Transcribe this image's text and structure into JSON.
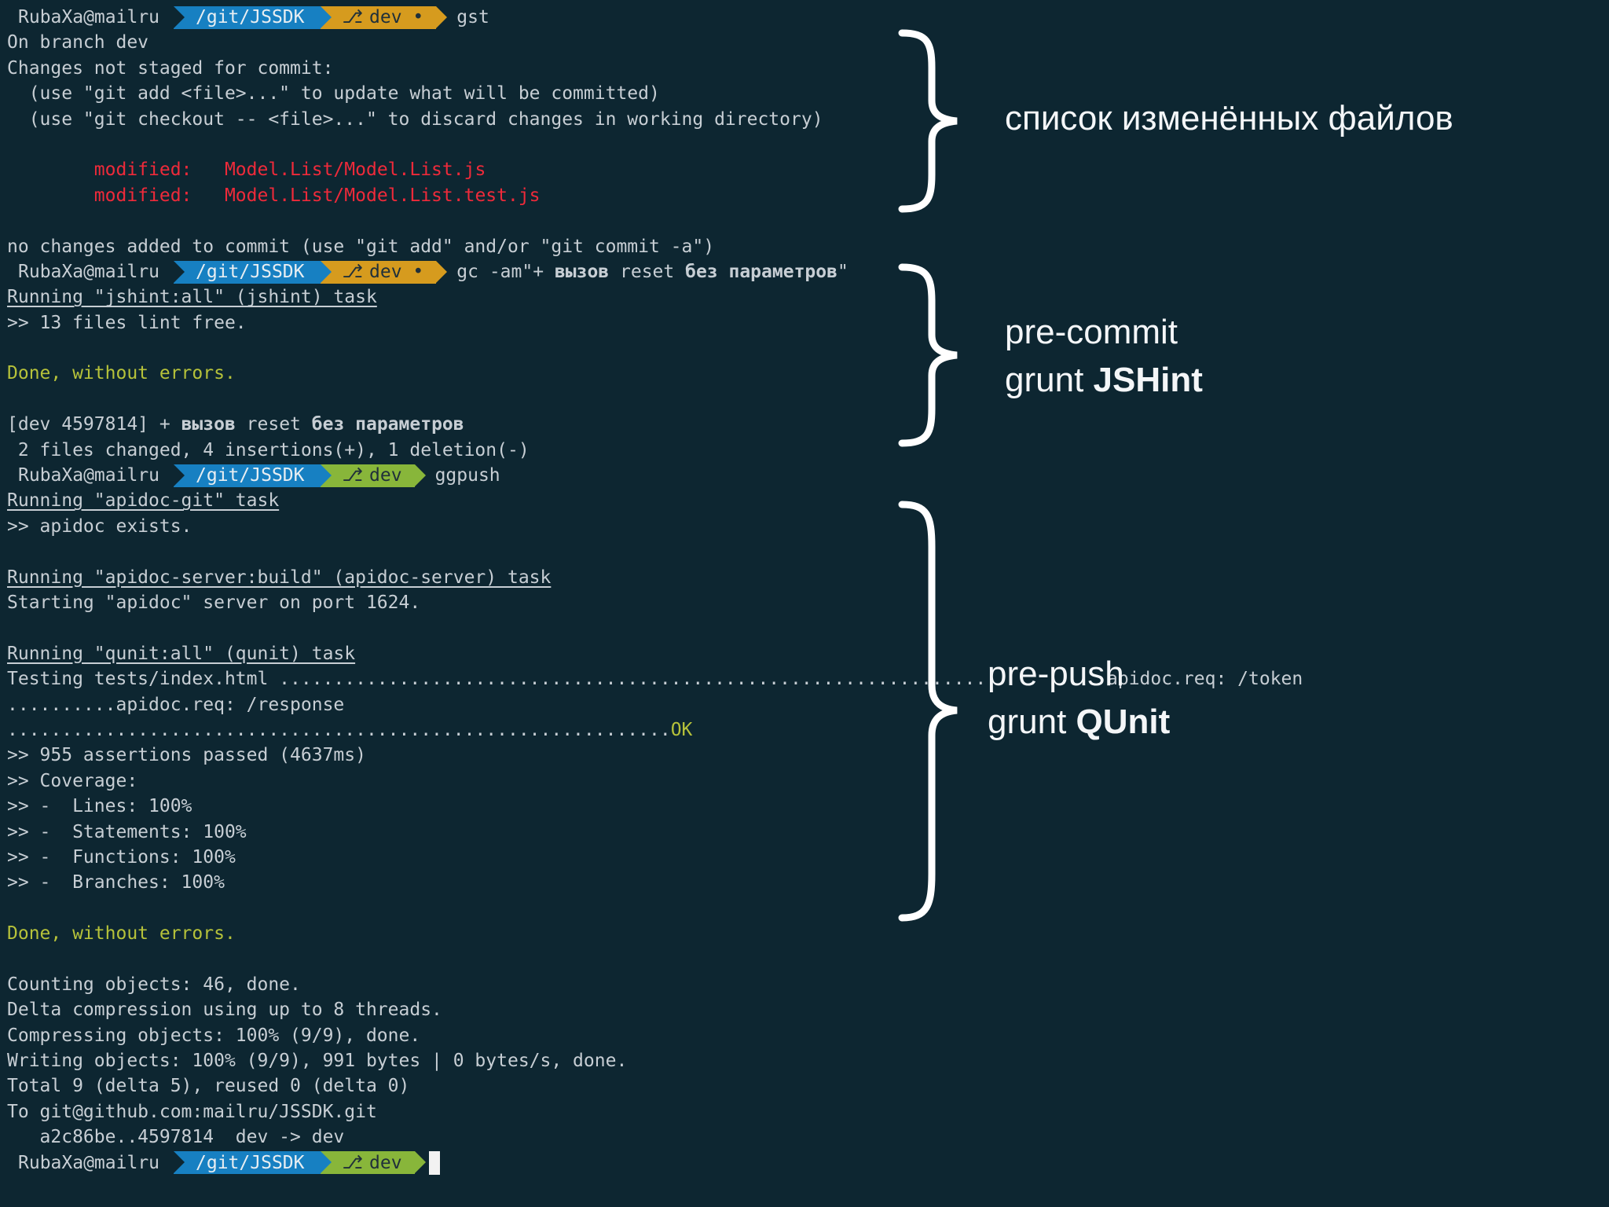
{
  "prompt": {
    "user": "RubaXa@mailru",
    "path": "/git/JSSDK",
    "branch": "dev",
    "dirty_marker": "•",
    "branch_icon": "⎇"
  },
  "terminal": {
    "cmd1": "gst",
    "l02": "On branch dev",
    "l03": "Changes not staged for commit:",
    "l04": "  (use \"git add <file>...\" to update what will be committed)",
    "l05": "  (use \"git checkout -- <file>...\" to discard changes in working directory)",
    "l07_label": "        modified:   ",
    "l07_file": "Model.List/Model.List.js",
    "l08_label": "        modified:   ",
    "l08_file": "Model.List/Model.List.test.js",
    "l10": "no changes added to commit (use \"git add\" and/or \"git commit -a\")",
    "cmd2_pre": "gc -am\"+ ",
    "cmd2_b1": "вызов",
    "cmd2_mid": " reset ",
    "cmd2_b2": "без параметров",
    "cmd2_post": "\"",
    "l12": "Running \"jshint:all\" (jshint) task",
    "l13": ">> 13 files lint free.",
    "l15": "Done, without errors.",
    "l17_pre": "[dev 4597814] + ",
    "l17_b1": "вызов",
    "l17_mid": " reset ",
    "l17_b2": "без параметров",
    "l18": " 2 files changed, 4 insertions(+), 1 deletion(-)",
    "cmd3": "ggpush",
    "l20": "Running \"apidoc-git\" task",
    "l21": ">> apidoc exists.",
    "l23": "Running \"apidoc-server:build\" (apidoc-server) task",
    "l24": "Starting \"apidoc\" server on port 1624.",
    "l26": "Running \"qunit:all\" (qunit) task",
    "l27": "Testing tests/index.html .................................................................",
    "l27_overflow": "apidoc.req: /token",
    "l28": "..........apidoc.req: /response",
    "l29_dots": ".............................................................",
    "l29_ok": "OK",
    "l30": ">> 955 assertions passed (4637ms)",
    "l31": ">> Coverage:",
    "l32": ">> -  Lines: 100%",
    "l33": ">> -  Statements: 100%",
    "l34": ">> -  Functions: 100%",
    "l35": ">> -  Branches: 100%",
    "l37": "Done, without errors.",
    "l39": "Counting objects: 46, done.",
    "l40": "Delta compression using up to 8 threads.",
    "l41": "Compressing objects: 100% (9/9), done.",
    "l42": "Writing objects: 100% (9/9), 991 bytes | 0 bytes/s, done.",
    "l43": "Total 9 (delta 5), reused 0 (delta 0)",
    "l44": "To git@github.com:mailru/JSSDK.git",
    "l45": "   a2c86be..4597814  dev -> dev"
  },
  "annotations": {
    "a1": "список изменённых файлов",
    "a2_line1": "pre-commit",
    "a2_line2_pre": "grunt ",
    "a2_line2_bold": "JSHint",
    "a3_line1": "pre-push",
    "a3_line2_pre": "grunt ",
    "a3_line2_bold": "QUnit"
  },
  "colors": {
    "background": "#0d2631",
    "path_segment": "#1780c2",
    "branch_dirty": "#d69b1e",
    "branch_clean": "#88b63a",
    "modified_red": "#ee2a3a",
    "done_yellow": "#b6c23a"
  }
}
